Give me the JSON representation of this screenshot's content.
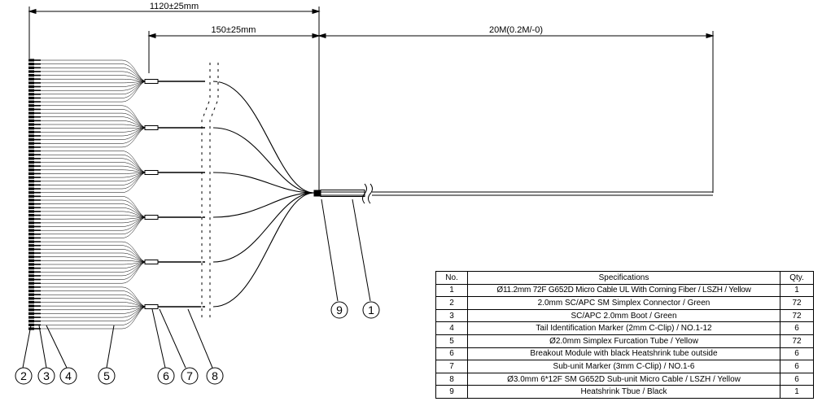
{
  "dimensions": {
    "overall": "1120±25mm",
    "breakout": "150±25mm",
    "cable": "20M(0.2M/-0)"
  },
  "callouts": [
    "1",
    "2",
    "3",
    "4",
    "5",
    "6",
    "7",
    "8",
    "9"
  ],
  "bom": {
    "headers": {
      "no": "No.",
      "spec": "Specifications",
      "qty": "Qty."
    },
    "rows": [
      {
        "no": "1",
        "spec": "Ø11.2mm 72F G652D Micro Cable UL With Corning Fiber / LSZH / Yellow",
        "qty": "1"
      },
      {
        "no": "2",
        "spec": "2.0mm SC/APC SM Simplex Connector / Green",
        "qty": "72"
      },
      {
        "no": "3",
        "spec": "SC/APC 2.0mm Boot / Green",
        "qty": "72"
      },
      {
        "no": "4",
        "spec": "Tail Identification Marker (2mm C-Clip) / NO.1-12",
        "qty": "6"
      },
      {
        "no": "5",
        "spec": "Ø2.0mm Simplex Furcation Tube / Yellow",
        "qty": "72"
      },
      {
        "no": "6",
        "spec": "Breakout Module with black Heatshrink tube outside",
        "qty": "6"
      },
      {
        "no": "7",
        "spec": "Sub-unit Marker (3mm C-Clip) / NO.1-6",
        "qty": "6"
      },
      {
        "no": "8",
        "spec": "Ø3.0mm 6*12F SM G652D Sub-unit Micro Cable / LSZH / Yellow",
        "qty": "6"
      },
      {
        "no": "9",
        "spec": "Heatshrink Tbue / Black",
        "qty": "1"
      }
    ]
  }
}
